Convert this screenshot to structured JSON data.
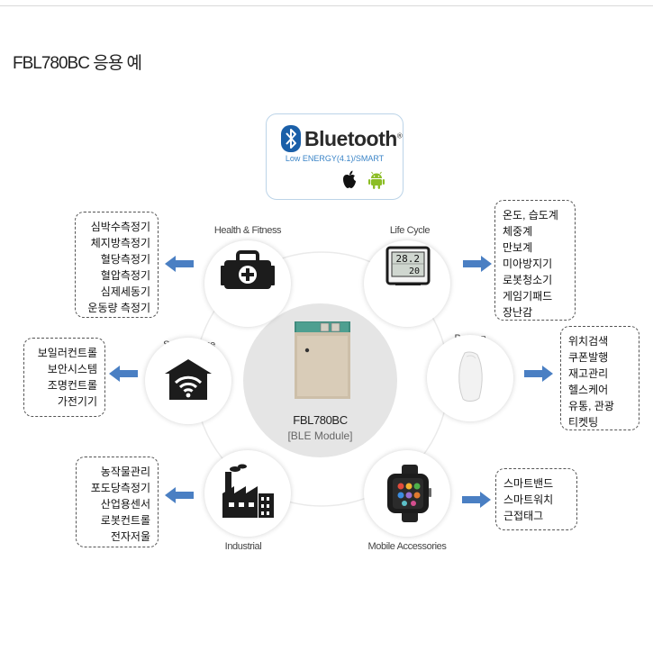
{
  "page": {
    "title": "FBL780BC 응용 예"
  },
  "bluetooth": {
    "wordmark": "Bluetooth",
    "trademark": "®",
    "subtitle": "Low ENERGY(4.1)/SMART"
  },
  "center": {
    "title": "FBL780BC",
    "subtitle": "[BLE Module]"
  },
  "nodes": {
    "health": {
      "label": "Health & Fitness",
      "items": [
        "심박수측정기",
        "체지방측정기",
        "혈당측정기",
        "혈압측정기",
        "심제세동기",
        "운동량 측정기"
      ]
    },
    "lifecycle": {
      "label": "Life Cycle",
      "display_temp": "28.2",
      "display_hum": "20",
      "items": [
        "온도, 습도계",
        "체중계",
        "만보계",
        "미아방지기",
        "로봇청소기",
        "게임기패드",
        "장난감"
      ]
    },
    "smarthome": {
      "label": "Smart Home",
      "items": [
        "보일러컨트롤",
        "보안시스템",
        "조명컨트롤",
        "가전기기"
      ]
    },
    "beacon": {
      "label": "Beacon",
      "items": [
        "위치검색",
        "쿠폰발행",
        "재고관리",
        "헬스케어",
        "유통, 관광",
        "티켓팅"
      ]
    },
    "industrial": {
      "label": "Industrial",
      "items": [
        "농작물관리",
        "포도당측정기",
        "산업용센서",
        "로봇컨트롤",
        "전자저울"
      ]
    },
    "mobile": {
      "label": "Mobile Accessories",
      "items": [
        "스마트밴드",
        "스마트워치",
        "근접태그"
      ]
    }
  },
  "colors": {
    "arrow": "#4a7fc3",
    "bluetooth_blue": "#1a5fa8",
    "android_green": "#8cbd25",
    "icon_dark": "#1c1c1c",
    "center_bg": "#e5e5e5"
  }
}
